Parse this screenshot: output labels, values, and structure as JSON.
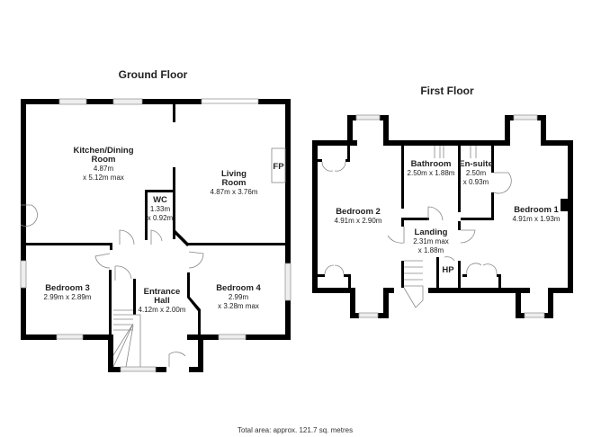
{
  "ground_floor": {
    "title": "Ground Floor",
    "rooms": [
      {
        "name": "Kitchen/Dining\nRoom",
        "dims": "4.87m\nx 5.12m max"
      },
      {
        "name": "Living\nRoom",
        "dims": "4.87m x 3.76m"
      },
      {
        "name": "WC",
        "dims": "1.33m\nx 0.92m"
      },
      {
        "name": "Bedroom 3",
        "dims": "2.99m x 2.89m"
      },
      {
        "name": "Entrance\nHall",
        "dims": "4.12m x 2.00m"
      },
      {
        "name": "Bedroom 4",
        "dims": "2.99m\nx 3.28m max"
      }
    ],
    "fireplace_label": "FP"
  },
  "first_floor": {
    "title": "First Floor",
    "rooms": [
      {
        "name": "Bedroom 2",
        "dims": "4.91m x 2.90m"
      },
      {
        "name": "Bathroom",
        "dims": "2.50m x 1.88m"
      },
      {
        "name": "En-suite",
        "dims": "2.50m\nx 0.93m"
      },
      {
        "name": "Bedroom 1",
        "dims": "4.91m x 1.93m"
      },
      {
        "name": "Landing",
        "dims": "2.31m max\nx 1.88m"
      }
    ],
    "hp_label": "HP"
  },
  "footer": {
    "total_area": "Total area: approx. 121.7 sq. metres"
  }
}
